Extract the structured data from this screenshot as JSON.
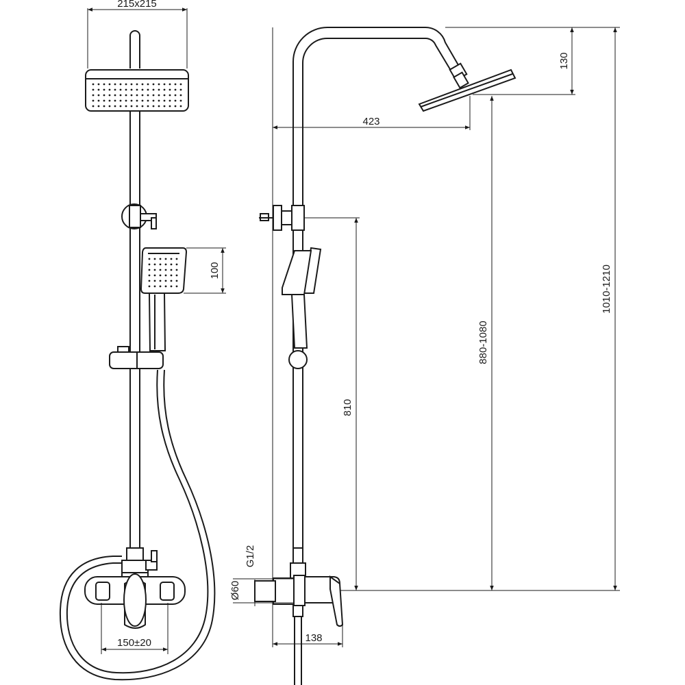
{
  "drawing": {
    "front_view": {
      "head_size_label": "215x215",
      "handshower_label": "100",
      "spacing_label": "150±20"
    },
    "side_view": {
      "projection_label": "423",
      "head_drop_label": "130",
      "height_810_label": "810",
      "height_880_label": "880-1080",
      "height_total_label": "1010-1210",
      "thread_label": "G1/2",
      "diameter_label": "Ø60",
      "depth_label": "138"
    }
  }
}
